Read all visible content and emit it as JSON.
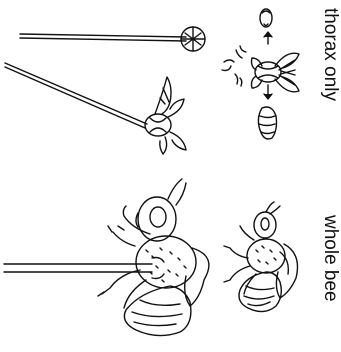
{
  "labels": {
    "thorax_only": "thorax only",
    "whole_bee": "whole bee"
  },
  "colors": {
    "ink": "#111111",
    "paper": "#ffffff"
  },
  "icons": [
    "pinned-bee-thorax",
    "pinned-thorax-with-wings",
    "bee-thorax-dissection",
    "pinned-whole-bee",
    "whole-bee"
  ]
}
